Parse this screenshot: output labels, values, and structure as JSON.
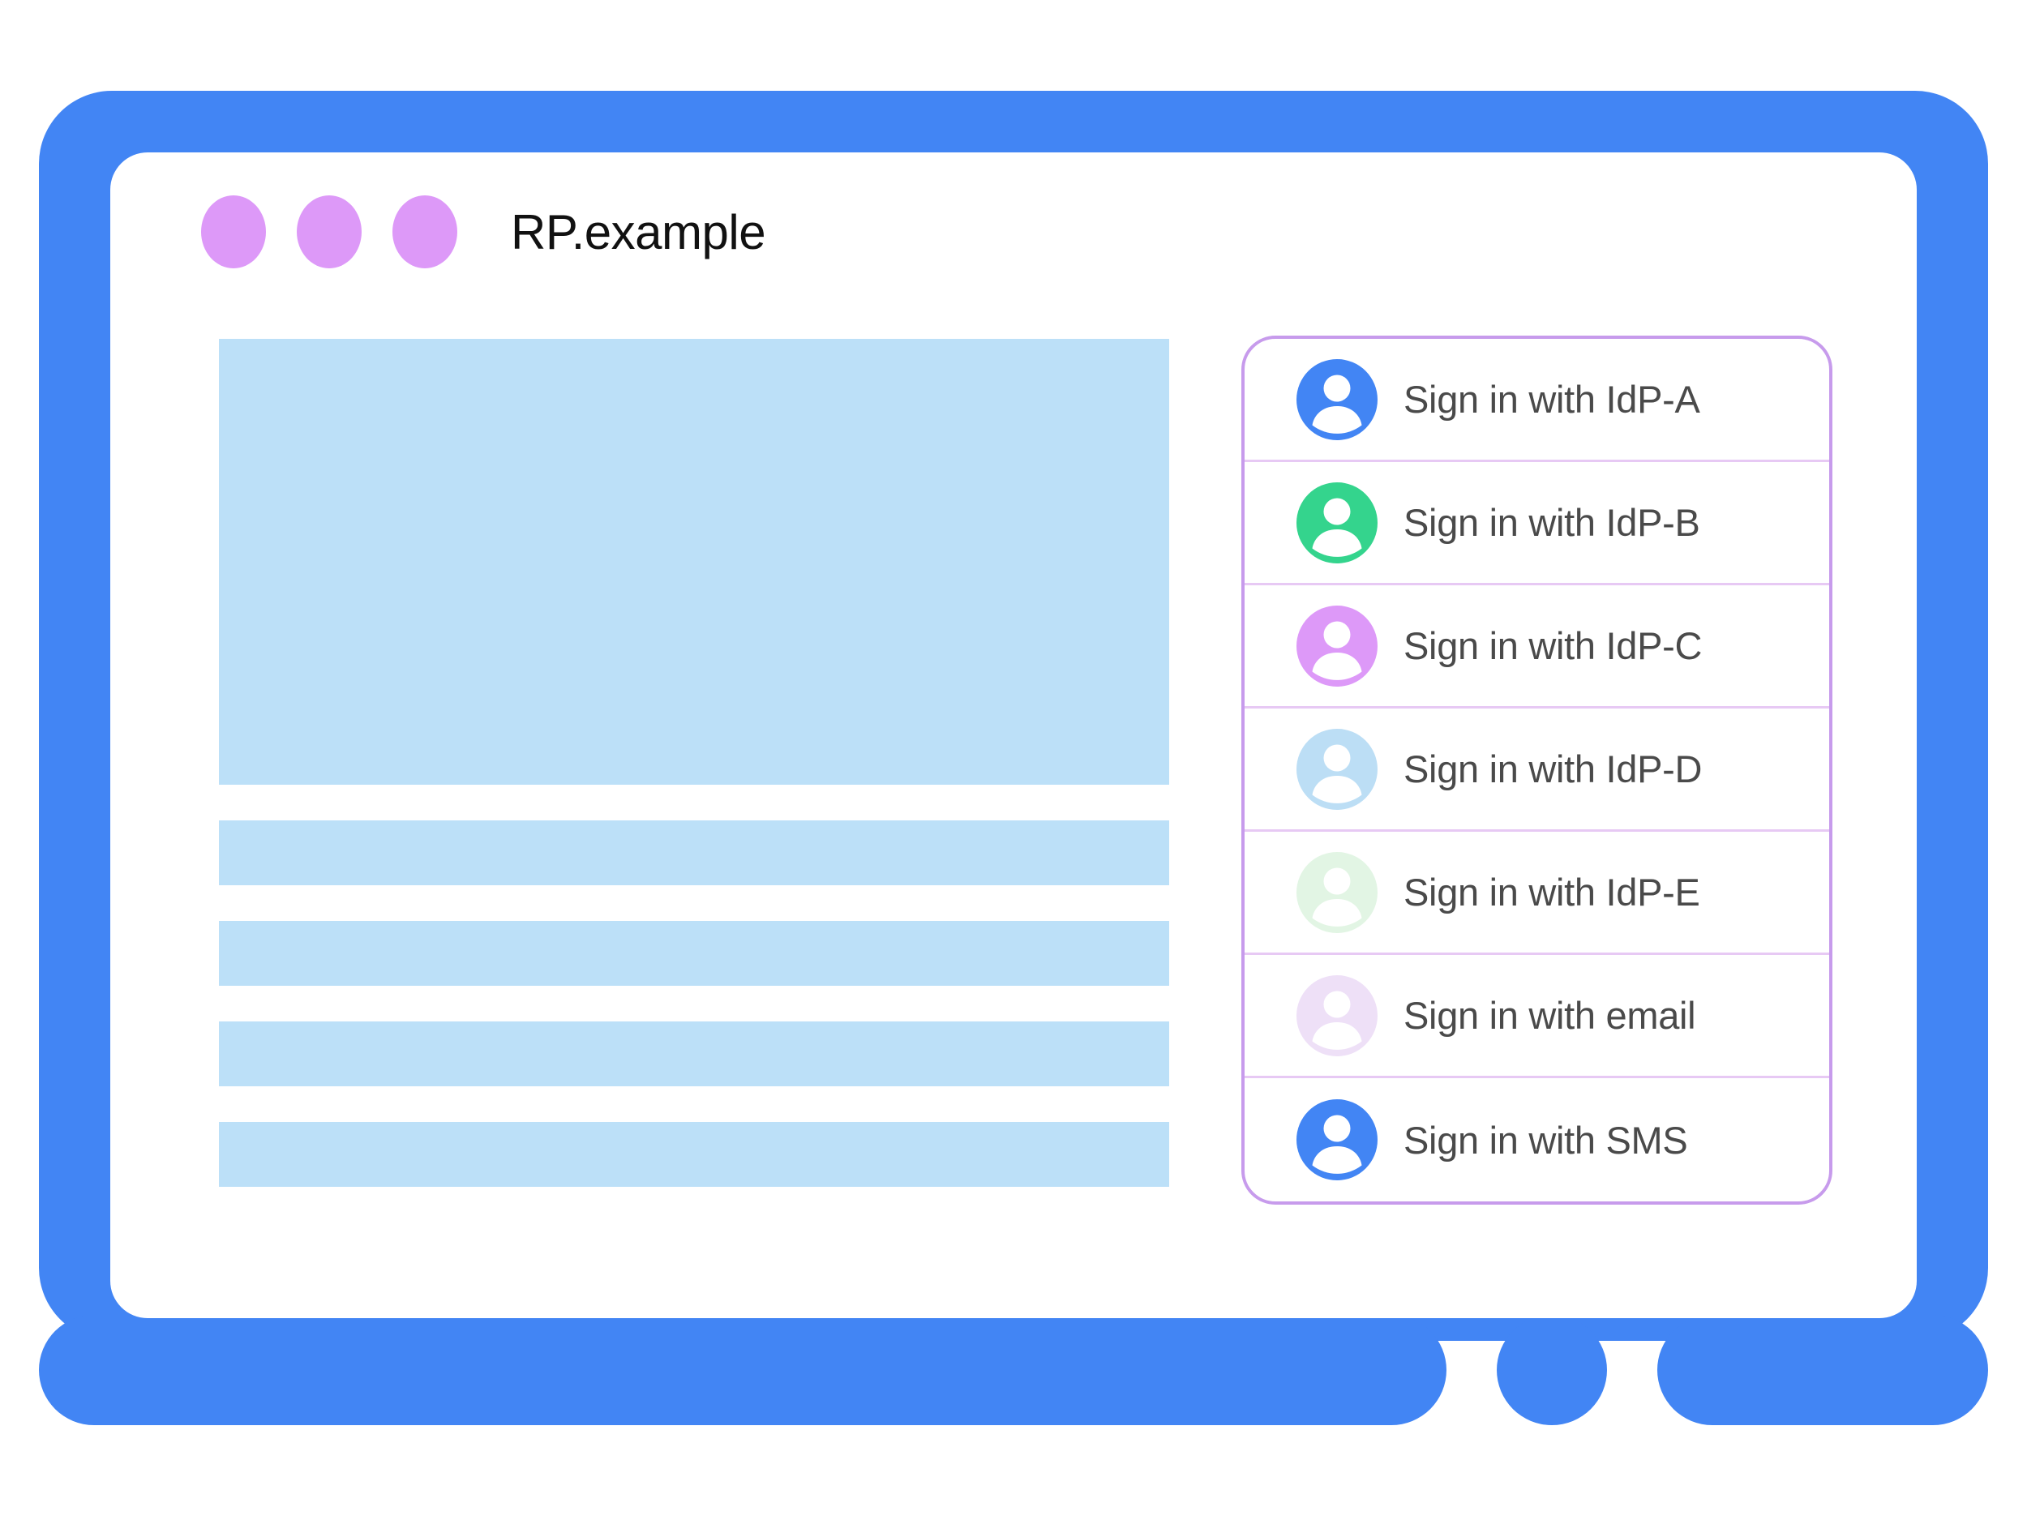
{
  "colors": {
    "device_bezel": "#4285f4",
    "screen_bg": "#ffffff",
    "window_dot": "#dd99f8",
    "skeleton_block": "#bce0f8",
    "panel_border": "#c79bec",
    "panel_divider": "#e7c9f4",
    "label_text": "#4a4a4a",
    "title_text": "#111111"
  },
  "window": {
    "title": "RP.example",
    "dots": [
      {
        "name": "window-dot-1"
      },
      {
        "name": "window-dot-2"
      },
      {
        "name": "window-dot-3"
      }
    ]
  },
  "page_content": {
    "blocks": [
      {
        "type": "hero"
      },
      {
        "type": "bar"
      },
      {
        "type": "bar"
      },
      {
        "type": "bar"
      },
      {
        "type": "bar"
      }
    ]
  },
  "signin_panel": {
    "items": [
      {
        "label": "Sign in with IdP-A",
        "icon": "avatar-icon",
        "avatar_color": "#4285f4"
      },
      {
        "label": "Sign in with IdP-B",
        "icon": "avatar-icon",
        "avatar_color": "#34d48d"
      },
      {
        "label": "Sign in with IdP-C",
        "icon": "avatar-icon",
        "avatar_color": "#dd99f8"
      },
      {
        "label": "Sign in with IdP-D",
        "icon": "avatar-icon",
        "avatar_color": "#bcdef5"
      },
      {
        "label": "Sign in with IdP-E",
        "icon": "avatar-icon",
        "avatar_color": "#e2f5e4"
      },
      {
        "label": "Sign in with email",
        "icon": "avatar-icon",
        "avatar_color": "#eee0f7"
      },
      {
        "label": "Sign in with SMS",
        "icon": "avatar-icon",
        "avatar_color": "#4285f4"
      }
    ]
  },
  "device": {
    "home_button": "home-button"
  }
}
